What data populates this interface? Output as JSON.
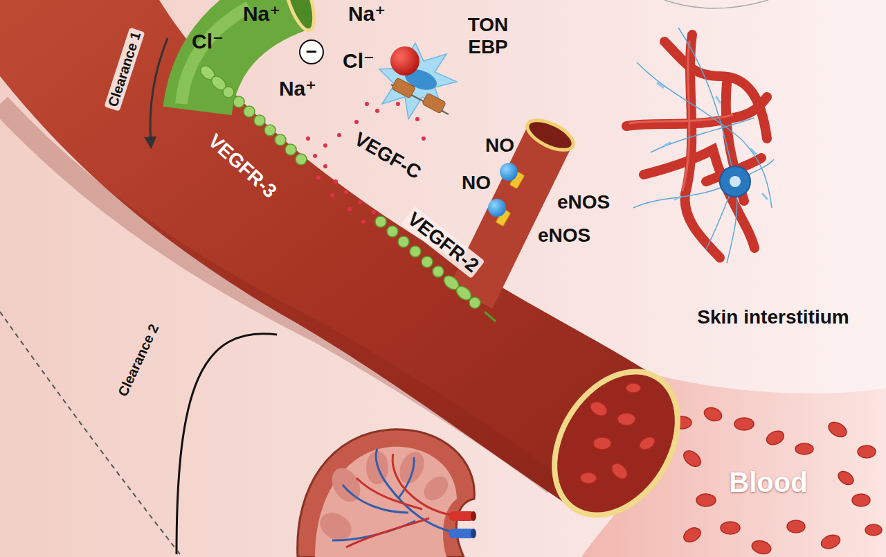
{
  "diagram": {
    "nodes": [
      {
        "text": [
          "−"
        ]
      }
    ],
    "labels": [
      "Na⁺",
      "Na⁺",
      "Cl⁻",
      "Cl⁻",
      "Na⁺",
      "TON EBP",
      "Clearance 1",
      "VEGFR-3",
      "VEGF-C",
      "NO",
      "NO",
      "eNOS",
      "eNOS",
      "VEGFR-2",
      "Skin interstitium",
      "Clearance 2",
      "Blood"
    ]
  }
}
